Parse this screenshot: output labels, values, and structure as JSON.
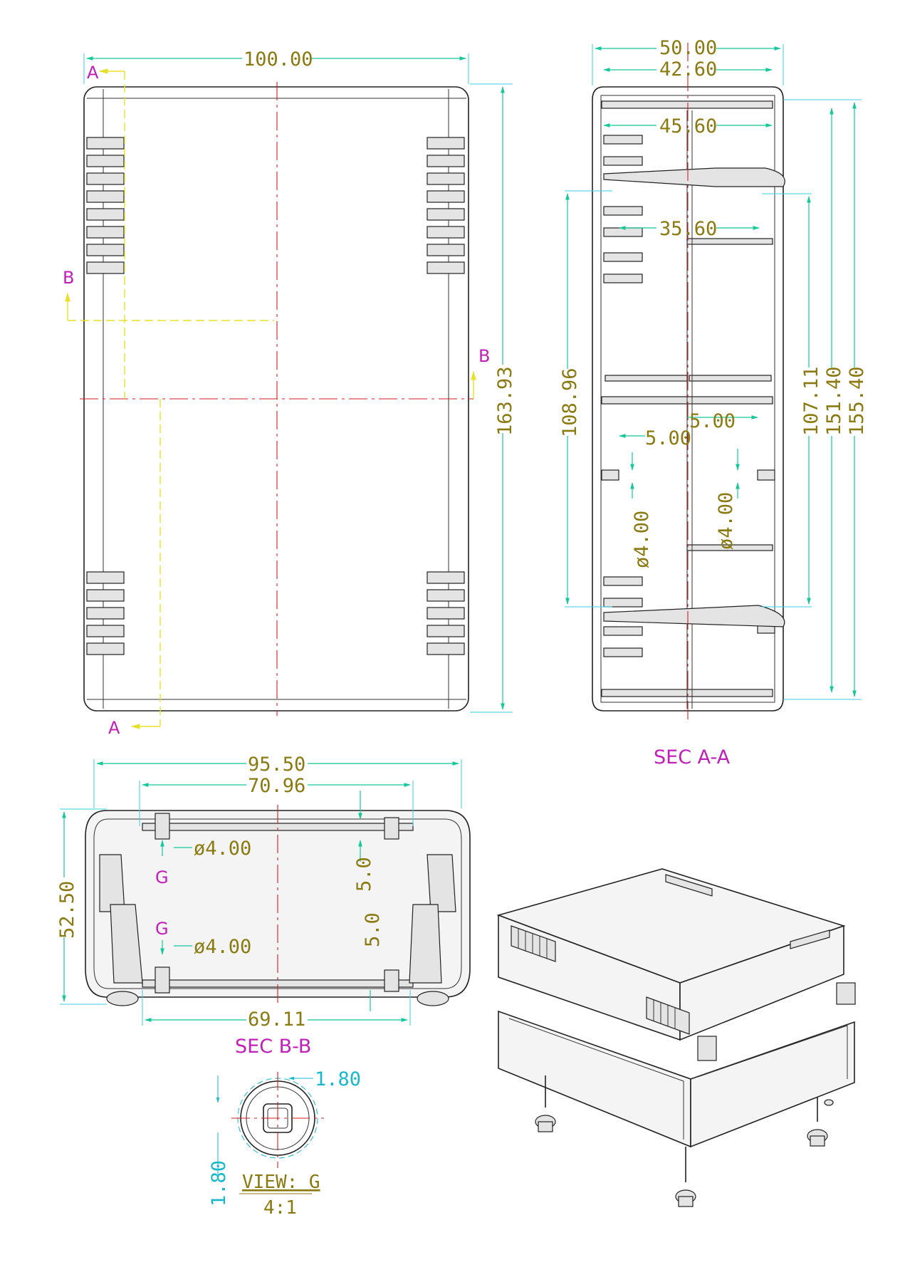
{
  "top_view": {
    "dims": {
      "width": "100.00",
      "height": "163.93"
    },
    "section_marks": {
      "a_top": "A",
      "a_bottom": "A",
      "b_left": "B",
      "b_right": "B"
    }
  },
  "section_aa": {
    "title": "SEC A-A",
    "dims": {
      "w50": "50.00",
      "w42": "42.60",
      "w45": "45.60",
      "w35": "35.60",
      "h108": "108.96",
      "h107": "107.11",
      "h151": "151.40",
      "h155": "155.40",
      "d5a": "5.00",
      "d5b": "5.00",
      "dia1": "ø4.00",
      "dia2": "ø4.00"
    }
  },
  "section_bb": {
    "title": "SEC B-B",
    "dims": {
      "w95": "95.50",
      "w70": "70.96",
      "w69": "69.11",
      "h52": "52.50",
      "dia_top": "ø4.00",
      "dia_bot": "ø4.00",
      "v5a": "5.0",
      "v5b": "5.0"
    },
    "marks": {
      "g_top": "G",
      "g_bot": "G"
    }
  },
  "view_g": {
    "title": "VIEW: G",
    "scale": "4:1",
    "dims": {
      "d1": "1.80",
      "d2": "1.80"
    }
  },
  "colors": {
    "dimension": "#8a7a12",
    "dim_line": "#17c79a",
    "section_label": "#c020b8",
    "centerline": "#d02020",
    "hidden": "#e6e02a"
  }
}
